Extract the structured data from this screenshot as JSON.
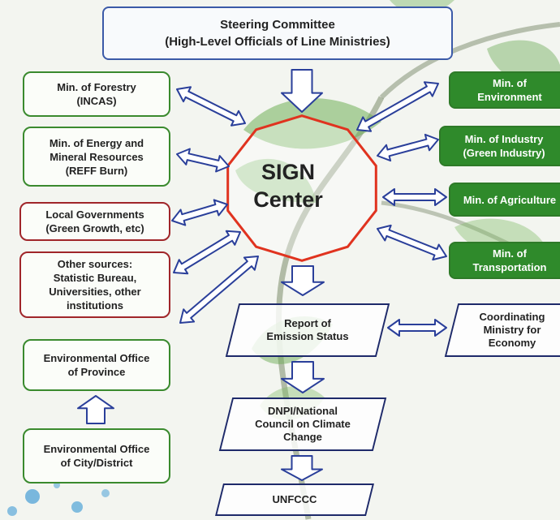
{
  "steering": "Steering Committee\n(High-Level Officials of Line Ministries)",
  "sign_center": "SIGN\nCenter",
  "left": [
    "Min. of Forestry\n(INCAS)",
    "Min. of Energy and\nMineral Resources\n(REFF Burn)",
    "Local Governments\n(Green Growth, etc)",
    "Other sources:\nStatistic Bureau,\nUniversities, other\ninstitutions",
    "Environmental Office\nof Province",
    "Environmental Office\nof City/District"
  ],
  "right": [
    "Min. of\nEnvironment",
    "Min. of Industry\n(Green Industry)",
    "Min. of Agriculture",
    "Min. of\nTransportation",
    "Coordinating\nMinistry for\nEconomy"
  ],
  "flow": [
    "Report of\nEmission Status",
    "DNPI/National\nCouncil on Climate\nChange",
    "UNFCCC"
  ],
  "colors": {
    "green_border": "#3a8a2e",
    "red_border": "#a0262a",
    "arrow": "#2a3f9a",
    "octagon": "#e0331f"
  }
}
